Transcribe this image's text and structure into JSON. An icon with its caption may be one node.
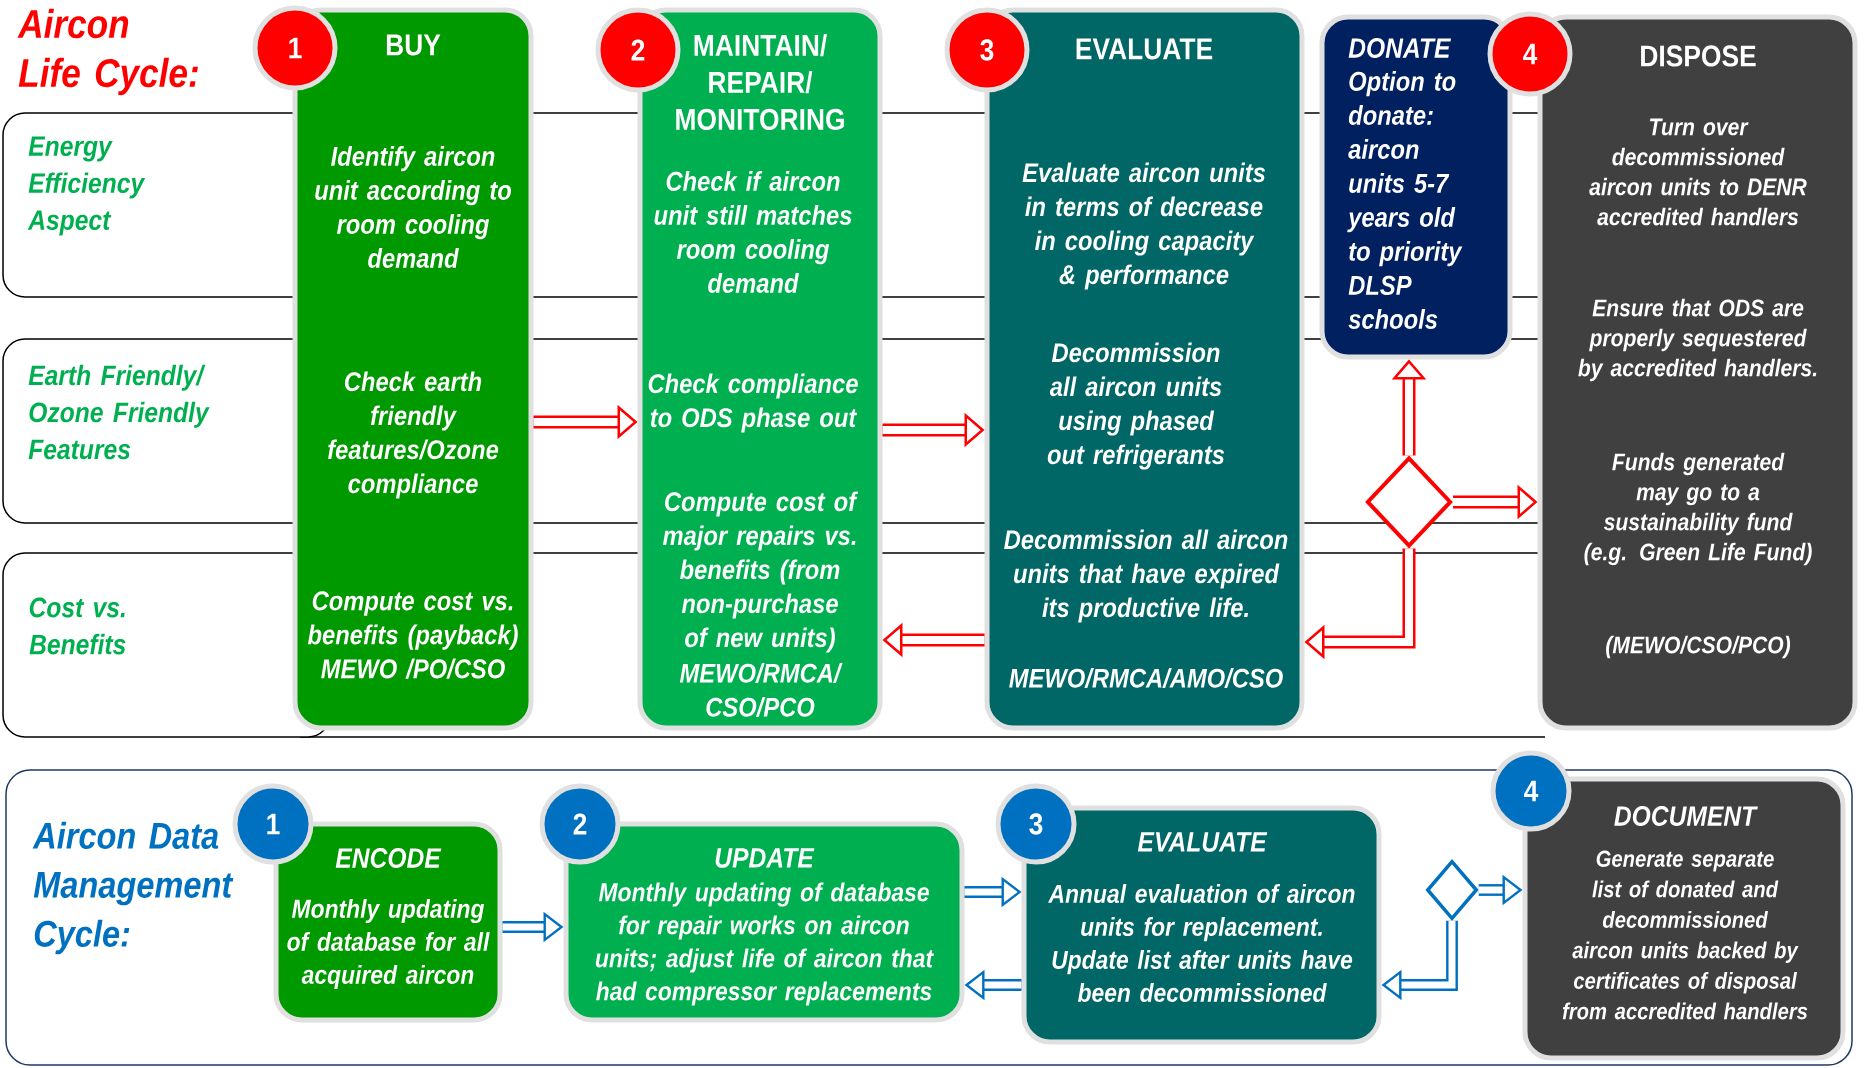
{
  "diagram": {
    "labels": [
      "Aircon Life Cycle:"
    ],
    "nodes": [
      {
        "text": [
          "Energy Efficiency Aspect"
        ]
      },
      {
        "text": [
          "Earth Friendly/ Ozone Friendly Features"
        ]
      },
      {
        "text": [
          "Cost vs. Benefits"
        ]
      },
      {
        "text": [
          "1"
        ]
      },
      {
        "text": [
          "BUY",
          "Identify aircon unit according to room cooling demand",
          "Check earth friendly features/Ozone compliance",
          "Compute cost vs. benefits (payback) MEWO /PO/CSO"
        ]
      },
      {
        "text": [
          "2"
        ]
      },
      {
        "text": [
          "MAINTAIN/ REPAIR/ MONITORING",
          "Check if aircon unit still matches room cooling demand",
          "Check compliance to ODS phase out",
          "Compute cost of major repairs vs. benefits (from non-purchase of new units)",
          "MEWO/RMCA/ CSO/PCO"
        ]
      },
      {
        "text": [
          "3"
        ]
      },
      {
        "text": [
          "EVALUATE",
          "Evaluate aircon units in terms of decrease in cooling capacity & performance",
          "Decommission all aircon units using phased out refrigerants",
          "Decommission all aircon units that have expired its productive life.",
          "MEWO/RMCA/AMO/CSO"
        ]
      },
      {
        "text": [
          "DONATE",
          "Option to donate: aircon units 5-7 years old to priority DLSP schools"
        ]
      },
      {
        "text": [
          "4"
        ]
      },
      {
        "text": [
          "DISPOSE",
          "Turn over decommissioned aircon units to DENR accredited handlers",
          "Ensure that ODS are properly sequestered by accredited handlers.",
          "Funds generated may go to a sustainability fund (e.g. Green Life Fund)",
          "(MEWO/CSO/PCO)"
        ]
      },
      {
        "text": [],
        "shape": "diamond"
      },
      {
        "text": [
          "Aircon Data Management Cycle:"
        ]
      },
      {
        "text": [
          "1"
        ],
        "in": 13
      },
      {
        "text": [
          "ENCODE",
          "Monthly updating of database for all acquired aircon"
        ],
        "in": 13
      },
      {
        "text": [
          "2"
        ],
        "in": 13
      },
      {
        "text": [
          "UPDATE",
          "Monthly updating of database for repair works on aircon units; adjust life of aircon that had compressor replacements"
        ],
        "in": 13
      },
      {
        "text": [
          "3"
        ],
        "in": 13
      },
      {
        "text": [
          "EVALUATE",
          "Annual evaluation of aircon units for replacement. Update list after units have been decommissioned"
        ],
        "in": 13
      },
      {
        "text": [],
        "shape": "diamond",
        "in": 13
      },
      {
        "text": [
          "4"
        ]
      },
      {
        "text": [
          "DOCUMENT",
          "Generate separate list of donated and decommissioned aircon units backed by certificates of disposal from accredited handlers"
        ],
        "in": 13
      }
    ],
    "edges": [
      {
        "from": 4,
        "to": 6,
        "arrow": "to"
      },
      {
        "from": 6,
        "to": 8,
        "arrow": "to"
      },
      {
        "from": 8,
        "to": 6,
        "arrow": "to"
      },
      {
        "from": 12,
        "to": 9,
        "arrow": "to"
      },
      {
        "from": 12,
        "to": 11,
        "arrow": "to"
      },
      {
        "from": 12,
        "to": 8,
        "arrow": "to"
      },
      {
        "from": 15,
        "to": 17,
        "arrow": "to",
        "color": "#0070c0"
      },
      {
        "from": 17,
        "to": 19,
        "arrow": "to",
        "color": "#0070c0"
      },
      {
        "from": 19,
        "to": 17,
        "arrow": "to",
        "color": "#0070c0"
      },
      {
        "from": 20,
        "to": 22,
        "arrow": "to",
        "color": "#0070c0"
      },
      {
        "from": 20,
        "to": 19,
        "arrow": "to",
        "color": "#0070c0"
      }
    ]
  }
}
